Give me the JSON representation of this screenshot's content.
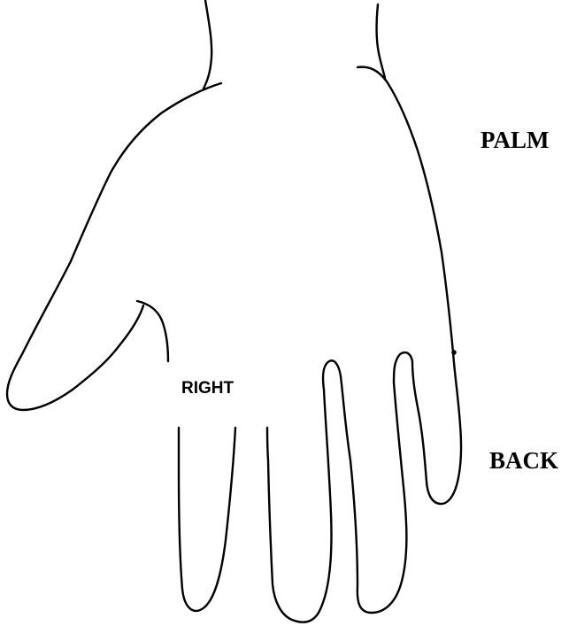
{
  "labels": {
    "palm": "PALM",
    "back": "BACK",
    "right": "RIGHT"
  },
  "colors": {
    "outline": "#000000",
    "background": "#ffffff"
  }
}
